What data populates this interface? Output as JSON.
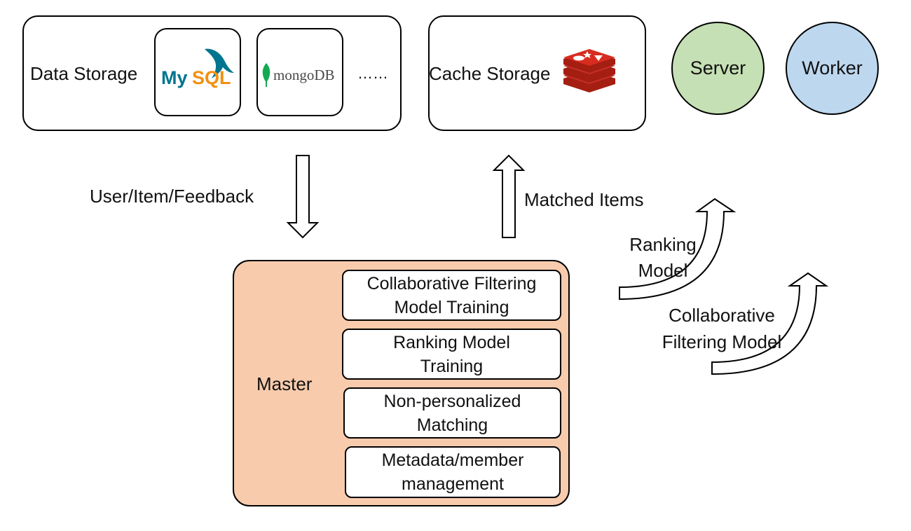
{
  "data_storage": {
    "label": "Data Storage",
    "logos": [
      {
        "name": "mysql",
        "text_my": "My",
        "text_sql": "SQL"
      },
      {
        "name": "mongodb",
        "text": "mongoDB"
      }
    ],
    "more": "……"
  },
  "cache_storage": {
    "label": "Cache Storage",
    "logo": "redis"
  },
  "legend": {
    "server": "Server",
    "worker": "Worker"
  },
  "colors": {
    "master_fill": "#f8cbad",
    "server_fill": "#c5e0b4",
    "worker_fill": "#bdd7ee",
    "mysql_blue": "#00758f",
    "mysql_orange": "#f29111",
    "mongo_green": "#13aa52",
    "redis_red": "#c6302b"
  },
  "flows": {
    "user_item_feedback": "User/Item/Feedback",
    "matched_items": "Matched Items",
    "ranking_model": [
      "Ranking",
      "Model"
    ],
    "cf_model": [
      "Collaborative",
      "Filtering Model"
    ]
  },
  "master": {
    "label": "Master",
    "tasks": [
      {
        "line1": "Collaborative Filtering",
        "line2": "Model Training"
      },
      {
        "line1": "Ranking Model",
        "line2": "Training"
      },
      {
        "line1": "Non-personalized",
        "line2": "Matching"
      },
      {
        "line1": "Metadata/member",
        "line2": "management"
      }
    ]
  }
}
